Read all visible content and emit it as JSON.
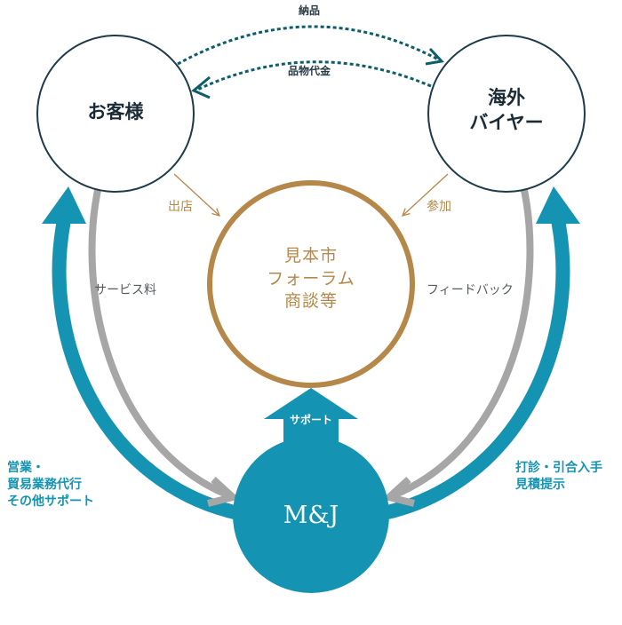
{
  "nodes": {
    "customer": "お客様",
    "buyer_line1": "海外",
    "buyer_line2": "バイヤー",
    "center_line1": "見本市",
    "center_line2": "フォーラム",
    "center_line3": "商談等",
    "mj": "M&J"
  },
  "arrows": {
    "delivery": "納品",
    "payment": "品物代金",
    "exhibit": "出店",
    "participate": "参加",
    "service_fee": "サービス料",
    "feedback": "フィードバック",
    "support": "サポート"
  },
  "left_teal": {
    "line1": "営業・",
    "line2": "貿易業務代行",
    "line3": "その他サポート"
  },
  "right_teal": {
    "line1": "打診・引合入手",
    "line2": "見積提示"
  },
  "colors": {
    "teal": "#1593b2",
    "gold": "#b5884a",
    "gray": "#a6a6a6",
    "navy": "#1d3b48",
    "dark_teal": "#0b5e6a"
  }
}
